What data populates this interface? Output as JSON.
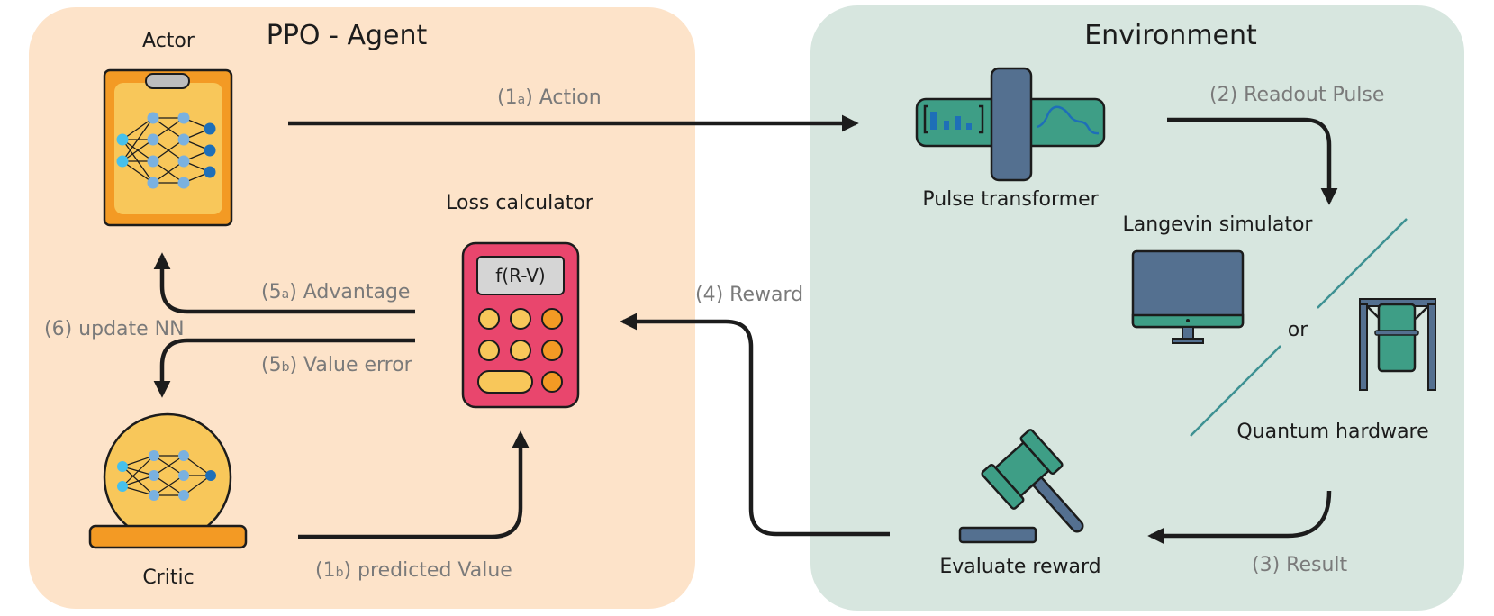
{
  "agent_panel": {
    "title": "PPO -  Agent",
    "actor_label": "Actor",
    "critic_label": "Critic",
    "loss_calculator_label": "Loss calculator",
    "loss_function_text": "f(R-V)"
  },
  "environment_panel": {
    "title": "Environment",
    "pulse_transformer_label": "Pulse transformer",
    "langevin_simulator_label": "Langevin simulator",
    "or_text": "or",
    "quantum_hardware_label": "Quantum hardware",
    "evaluate_reward_label": "Evaluate reward"
  },
  "flows": {
    "action": {
      "open": "(1",
      "sub": "a",
      "close": ") Action"
    },
    "predicted_value": {
      "open": "(1",
      "sub": "b",
      "close": ") predicted Value"
    },
    "readout_pulse": "(2) Readout Pulse",
    "result": "(3) Result",
    "reward": "(4) Reward",
    "advantage": {
      "open": "(5",
      "sub": "a",
      "close": ") Advantage"
    },
    "value_error": {
      "open": "(5",
      "sub": "b",
      "close": ") Value error"
    },
    "update_nn": "(6) update NN"
  },
  "colors": {
    "agent_bg": "#fde3c9",
    "environment_bg": "#d7e6df",
    "accent_orange": "#f39a24",
    "accent_yellow": "#f8c75a",
    "calculator_pink": "#e9466d",
    "teal": "#3e9e86",
    "slate": "#547090",
    "node_blue": "#7ab1e0",
    "node_dark_blue": "#1e6fb8",
    "node_cyan": "#46c0ec"
  }
}
